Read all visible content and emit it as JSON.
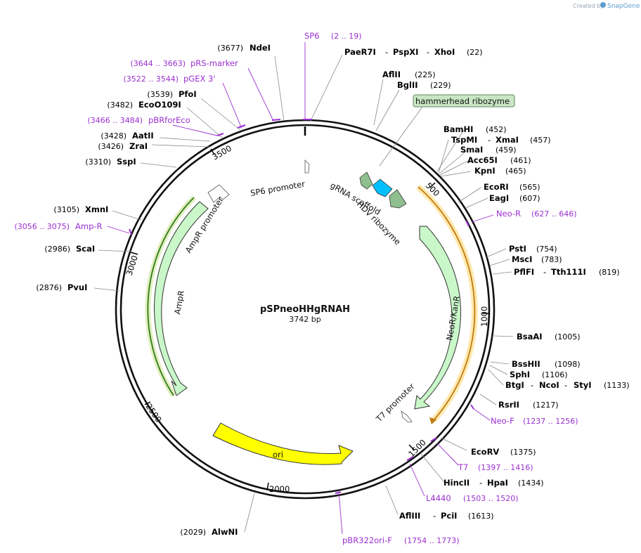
{
  "credit": {
    "prefix": "Created by",
    "brand": "SnapGene"
  },
  "plasmid": {
    "name": "pSPneoHHgRNAH",
    "length": "3742 bp"
  },
  "ticks": [
    "500",
    "1000",
    "1500",
    "2000",
    "2500",
    "3000",
    "3500"
  ],
  "features": {
    "sp6_promoter": "SP6 promoter",
    "ampr_promoter": "AmpR promoter",
    "ampr": "AmpR",
    "ori": "ori",
    "grna_scaffold": "gRNA scaffold",
    "hdv_ribozyme": "HDV ribozyme",
    "neor": "NeoR/KanR",
    "t7_promoter": "T7 promoter",
    "hammerhead": "hammerhead ribozyme"
  },
  "sites": {
    "ndei": {
      "name": "NdeI",
      "pos": "(3677)"
    },
    "paer7i": {
      "name": "PaeR7I",
      "name2": "PspXI",
      "name3": "XhoI",
      "pos": "(22)",
      "sep": "-"
    },
    "aflii": {
      "name": "AflII",
      "pos": "(225)"
    },
    "bglii": {
      "name": "BglII",
      "pos": "(229)"
    },
    "pfoi": {
      "name": "PfoI",
      "pos": "(3539)"
    },
    "ecoo109i": {
      "name": "EcoO109I",
      "pos": "(3482)"
    },
    "aatii": {
      "name": "AatII",
      "pos": "(3428)"
    },
    "zrai": {
      "name": "ZraI",
      "pos": "(3426)"
    },
    "sspi": {
      "name": "SspI",
      "pos": "(3310)"
    },
    "xmni": {
      "name": "XmnI",
      "pos": "(3105)"
    },
    "scai": {
      "name": "ScaI",
      "pos": "(2986)"
    },
    "pvui": {
      "name": "PvuI",
      "pos": "(2876)"
    },
    "bamhi": {
      "name": "BamHI",
      "pos": "(452)"
    },
    "tspmi": {
      "name": "TspMI",
      "name2": "XmaI",
      "pos": "(457)",
      "sep": "-"
    },
    "smai": {
      "name": "SmaI",
      "pos": "(459)"
    },
    "acc65i": {
      "name": "Acc65I",
      "pos": "(461)"
    },
    "kpni": {
      "name": "KpnI",
      "pos": "(465)"
    },
    "ecori": {
      "name": "EcoRI",
      "pos": "(565)"
    },
    "eagi": {
      "name": "EagI",
      "pos": "(607)"
    },
    "psti": {
      "name": "PstI",
      "pos": "(754)"
    },
    "msci": {
      "name": "MscI",
      "pos": "(783)"
    },
    "pflfi": {
      "name": "PflFI",
      "name2": "Tth111I",
      "pos": "(819)",
      "sep": "-"
    },
    "bsaai": {
      "name": "BsaAI",
      "pos": "(1005)"
    },
    "bsshii": {
      "name": "BssHII",
      "pos": "(1098)"
    },
    "sphi": {
      "name": "SphI",
      "pos": "(1106)"
    },
    "btgi": {
      "name": "BtgI",
      "name2": "NcoI",
      "name3": "StyI",
      "pos": "(1133)",
      "sep": "-"
    },
    "rsrii": {
      "name": "RsrII",
      "pos": "(1217)"
    },
    "ecorv": {
      "name": "EcoRV",
      "pos": "(1375)"
    },
    "hincii": {
      "name": "HincII",
      "name2": "HpaI",
      "pos": "(1434)",
      "sep": "-"
    },
    "afliii": {
      "name": "AflIII",
      "name2": "PciI",
      "pos": "(1613)",
      "sep": "-"
    },
    "alwni": {
      "name": "AlwNI",
      "pos": "(2029)"
    }
  },
  "primers": {
    "sp6": {
      "name": "SP6",
      "range": "(2 .. 19)"
    },
    "prs": {
      "name": "pRS-marker",
      "range": "(3644 .. 3663)"
    },
    "pgex": {
      "name": "pGEX 3'",
      "range": "(3522 .. 3544)"
    },
    "pbrfor": {
      "name": "pBRforEco",
      "range": "(3466 .. 3484)"
    },
    "ampr_p": {
      "name": "Amp-R",
      "range": "(3056 .. 3075)"
    },
    "neor_p": {
      "name": "Neo-R",
      "range": "(627 .. 646)"
    },
    "neof": {
      "name": "Neo-F",
      "range": "(1237 .. 1256)"
    },
    "t7": {
      "name": "T7",
      "range": "(1397 .. 1416)"
    },
    "l4440": {
      "name": "L4440",
      "range": "(1503 .. 1520)"
    },
    "pbr322": {
      "name": "pBR322ori-F",
      "range": "(1754 .. 1773)"
    }
  }
}
